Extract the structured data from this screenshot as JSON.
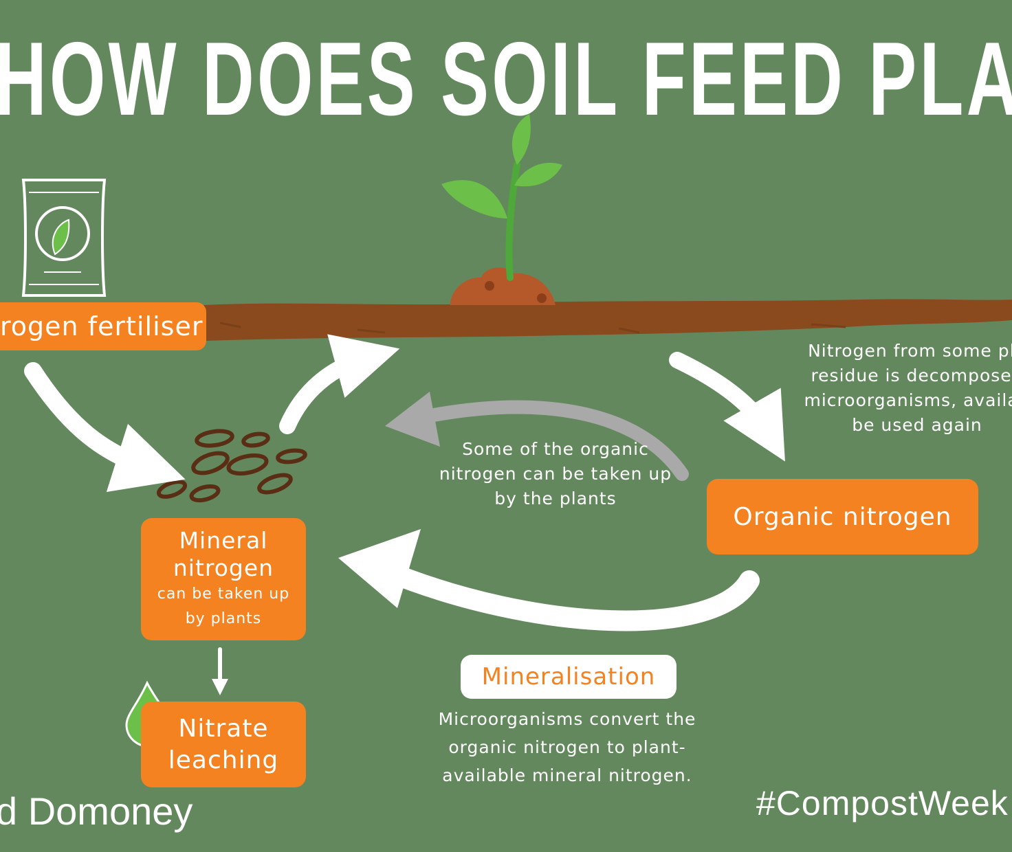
{
  "title": "HOW DOES SOIL FEED PLANTS?",
  "nodes": {
    "fertiliser": "rogen fertiliser",
    "mineral": {
      "title": "Mineral nitrogen",
      "subtitle": "can be taken up by plants"
    },
    "organic": "Organic nitrogen",
    "leaching": "Nitrate leaching",
    "mineralisation": "Mineralisation"
  },
  "notes": {
    "residue": "Nitrogen from some pla\nresidue is decomposed\nmicroorganisms, availab\nbe used again",
    "uptake": "Some of the organic\nnitrogen can be taken up\nby the plants",
    "mineralisation": "Microorganisms convert the\norganic nitrogen to plant-\navailable mineral nitrogen."
  },
  "footer": {
    "brand": "d Domoney",
    "hashtag": "#CompostWeek"
  },
  "colors": {
    "background": "#64885e",
    "accent": "#f58220",
    "soil": "#8a4a1e",
    "leaf": "#6cc04a",
    "arrow_white": "#ffffff",
    "arrow_grey": "#a9a9a9"
  },
  "icons": [
    "fertiliser-bag-icon",
    "seedling-icon",
    "soil-granules-icon",
    "water-drop-icon"
  ]
}
